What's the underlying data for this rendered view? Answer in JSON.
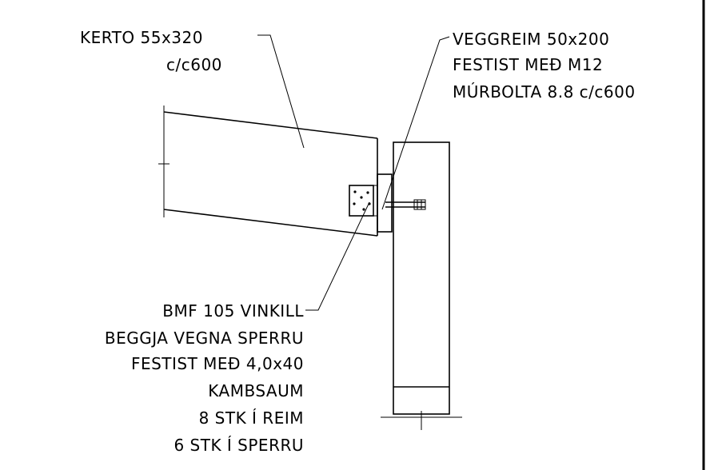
{
  "labels": {
    "kerto": [
      "KERTO 55x320",
      "c/c600"
    ],
    "veggreim": [
      "VEGGREIM 50x200",
      "FESTIST MEÐ M12",
      "MÚRBOLTA 8.8 c/c600"
    ],
    "bmf": [
      "BMF 105 VINKILL",
      "BEGGJA VEGNA SPERRU",
      "FESTIST MEÐ 4,0x40",
      "KAMBSAUM",
      "8 STK Í REIM",
      "6 STK Í SPERRU"
    ]
  }
}
